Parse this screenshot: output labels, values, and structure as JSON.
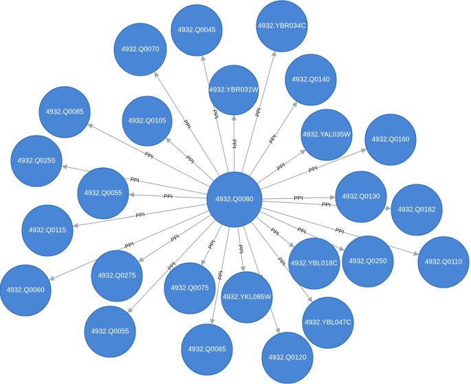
{
  "network": {
    "hub": "4932.Q0080",
    "edge_label": "PPI",
    "colors": {
      "node": "#4a86d6",
      "node_stroke": "#2f6fc0",
      "edge": "#a3a9b0"
    },
    "nodes": [
      "4932.Q0080",
      "4932.Q0045",
      "4932.YBR034C",
      "4932.Q0070",
      "4932.YBR031W",
      "4932.Q0140",
      "4932.Q0085",
      "4932.Q0105",
      "4932.YAL035W",
      "4932.Q0160",
      "4932.Q0255",
      "4932.Q0055",
      "4932.Q0130",
      "4932.Q0182",
      "4932.Q0115",
      "4932.Q0110",
      "4932.Q0060",
      "4932.Q0275",
      "4932.Q0075",
      "4932.YKL085W",
      "4932.YBL018C",
      "4932.Q0250",
      "4932.YBL047C",
      "4932.Q0055",
      "4932.Q0065",
      "4932.Q0120"
    ],
    "edges": [
      {
        "source": 0,
        "target": 1
      },
      {
        "source": 0,
        "target": 2
      },
      {
        "source": 0,
        "target": 3
      },
      {
        "source": 0,
        "target": 4
      },
      {
        "source": 0,
        "target": 5
      },
      {
        "source": 0,
        "target": 6
      },
      {
        "source": 0,
        "target": 7
      },
      {
        "source": 0,
        "target": 8
      },
      {
        "source": 0,
        "target": 9
      },
      {
        "source": 0,
        "target": 10
      },
      {
        "source": 0,
        "target": 11
      },
      {
        "source": 0,
        "target": 12
      },
      {
        "source": 0,
        "target": 13
      },
      {
        "source": 0,
        "target": 14
      },
      {
        "source": 0,
        "target": 15
      },
      {
        "source": 0,
        "target": 16
      },
      {
        "source": 0,
        "target": 17
      },
      {
        "source": 0,
        "target": 18
      },
      {
        "source": 0,
        "target": 19
      },
      {
        "source": 0,
        "target": 20
      },
      {
        "source": 0,
        "target": 21
      },
      {
        "source": 0,
        "target": 22
      },
      {
        "source": 0,
        "target": 23
      },
      {
        "source": 0,
        "target": 24
      },
      {
        "source": 0,
        "target": 25
      }
    ]
  }
}
